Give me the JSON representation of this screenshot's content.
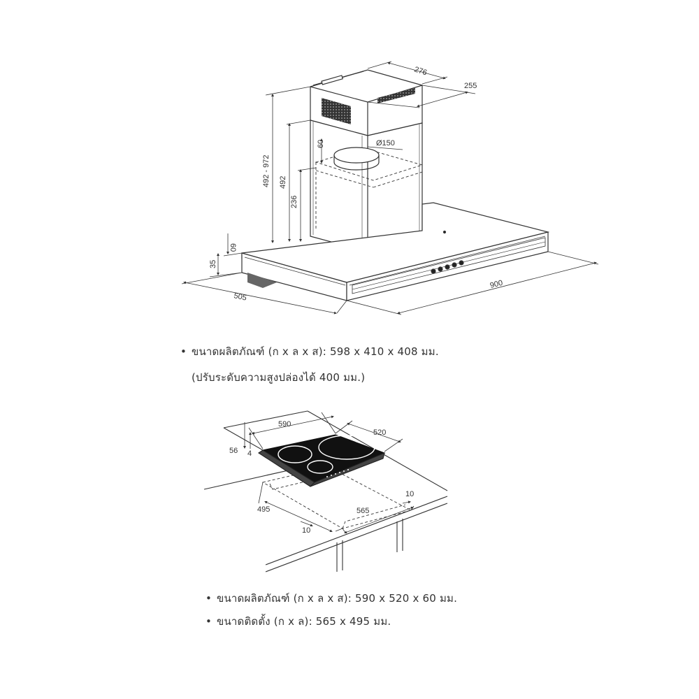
{
  "hood": {
    "dims": {
      "d276": "276",
      "d255": "255",
      "d150": "Ø150",
      "d60a": "60",
      "d492_972": "492 - 972",
      "d492": "492",
      "d236": "236",
      "d60b": "60",
      "d35": "35",
      "d505": "505",
      "d900": "900"
    },
    "spec_line1": "ขนาดผลิตภัณฑ์ (ก x ล x ส): 598 x 410 x 408 มม.",
    "spec_line2": "(ปรับระดับความสูงปล่องได้ 400 มม.)"
  },
  "hob": {
    "dims": {
      "d590": "590",
      "d520": "520",
      "d56": "56",
      "d4": "4",
      "d495": "495",
      "d565": "565",
      "d10a": "10",
      "d10b": "10"
    },
    "spec_line1": "ขนาดผลิตภัณฑ์ (ก x ล x ส): 590 x 520 x 60 มม.",
    "spec_line2": "ขนาดติดตั้ง (ก x ล): 565 x 495 มม."
  },
  "colors": {
    "line": "#333333",
    "fill_dark": "#222222",
    "hatch": "#555555"
  }
}
